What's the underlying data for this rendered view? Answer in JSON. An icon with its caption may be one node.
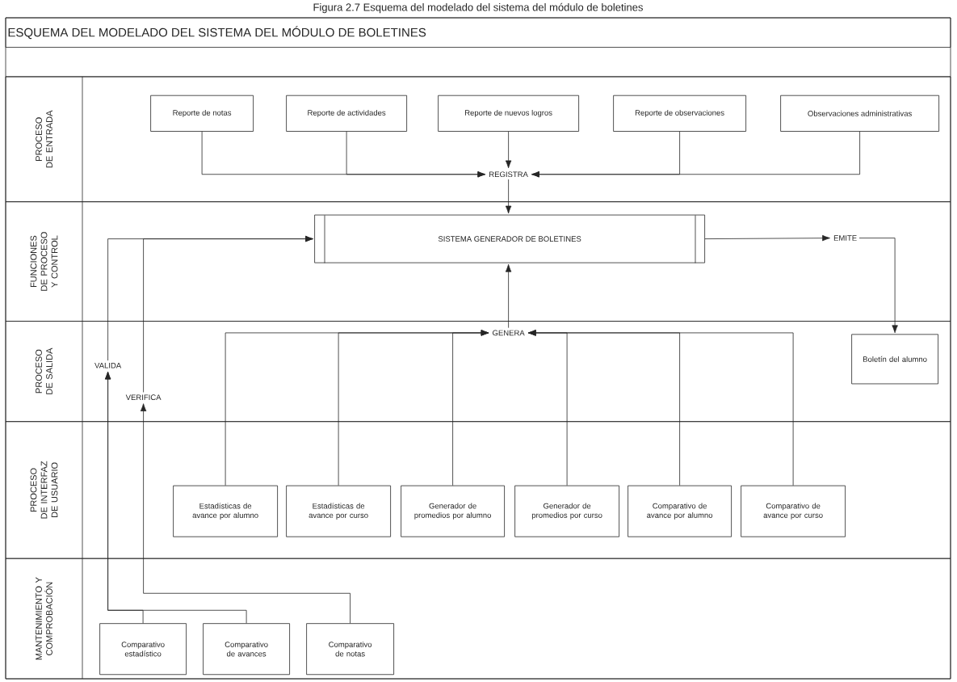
{
  "diagram": {
    "title": "ESQUEMA DEL MODELADO DEL SISTEMA DEL MÓDULO DE  BOLETINES",
    "caption": "Figura 2.7 Esquema del modelado del sistema del módulo de boletines",
    "nodes": [
      {
        "text": [
          "PROCESO DE ENTRADA"
        ]
      },
      {
        "text": [
          "Reporte de notas"
        ],
        "in": 0
      },
      {
        "text": [
          "Reporte de actividades"
        ],
        "in": 0
      },
      {
        "text": [
          "Reporte de nuevos logros"
        ],
        "in": 0
      },
      {
        "text": [
          "Reporte de observaciones"
        ],
        "in": 0
      },
      {
        "text": [
          "Observaciones administrativas"
        ],
        "in": 0
      },
      {
        "text": [
          "REGISTRA"
        ],
        "in": 0
      },
      {
        "text": [
          "FUNCIONES DE PROCESO Y CONTROL"
        ]
      },
      {
        "text": [
          "SISTEMA GENERADOR DE BOLETINES"
        ],
        "in": 7
      },
      {
        "text": [
          "EMITE"
        ],
        "in": 7
      },
      {
        "text": [
          "PROCESO DE SALIDA"
        ]
      },
      {
        "text": [
          "GENERA"
        ],
        "in": 10
      },
      {
        "text": [
          "VALIDA"
        ],
        "in": 10
      },
      {
        "text": [
          "VERIFICA"
        ],
        "in": 10
      },
      {
        "text": [
          "Boletín del alumno"
        ],
        "in": 10
      },
      {
        "text": [
          "PROCESO DE INTERFAZ DE USUARIO"
        ]
      },
      {
        "text": [
          "Estadísticas de avance por alumno"
        ],
        "in": 15
      },
      {
        "text": [
          "Estadísticas de avance por curso"
        ],
        "in": 15
      },
      {
        "text": [
          "Generador de promedios por alumno"
        ],
        "in": 15
      },
      {
        "text": [
          "Generador de promedios por curso"
        ],
        "in": 15
      },
      {
        "text": [
          "Comparativo de avance por alumno"
        ],
        "in": 15
      },
      {
        "text": [
          "Comparativo de avance por curso"
        ],
        "in": 15
      },
      {
        "text": [
          "MANTENIMIENTO Y COMPROBACIÓN"
        ]
      },
      {
        "text": [
          "Comparativo estadístico"
        ],
        "in": 22
      },
      {
        "text": [
          "Comparativo de avances"
        ],
        "in": 22
      },
      {
        "text": [
          "Comparativo de notas"
        ],
        "in": 22
      }
    ],
    "edges": [
      {
        "from": 1,
        "to": 6,
        "arrow": "to"
      },
      {
        "from": 2,
        "to": 6,
        "arrow": "to"
      },
      {
        "from": 3,
        "to": 6,
        "arrow": "to"
      },
      {
        "from": 4,
        "to": 6,
        "arrow": "to"
      },
      {
        "from": 5,
        "to": 6,
        "arrow": "to"
      },
      {
        "from": 6,
        "to": 8,
        "arrow": "to"
      },
      {
        "from": 8,
        "to": 9,
        "arrow": "to"
      },
      {
        "from": 9,
        "to": 14,
        "arrow": "to"
      },
      {
        "from": 11,
        "to": 8,
        "arrow": "to"
      },
      {
        "from": 16,
        "to": 11,
        "arrow": "to"
      },
      {
        "from": 17,
        "to": 11,
        "arrow": "to"
      },
      {
        "from": 18,
        "to": 11,
        "arrow": "to"
      },
      {
        "from": 19,
        "to": 11,
        "arrow": "to"
      },
      {
        "from": 20,
        "to": 11,
        "arrow": "to"
      },
      {
        "from": 21,
        "to": 11,
        "arrow": "to"
      },
      {
        "from": 12,
        "to": 8,
        "arrow": "to"
      },
      {
        "from": 13,
        "to": 8,
        "arrow": "to"
      },
      {
        "from": 23,
        "to": 12,
        "arrow": "to"
      },
      {
        "from": 24,
        "to": 12,
        "arrow": "to"
      },
      {
        "from": 25,
        "to": 13,
        "arrow": "to"
      }
    ]
  }
}
